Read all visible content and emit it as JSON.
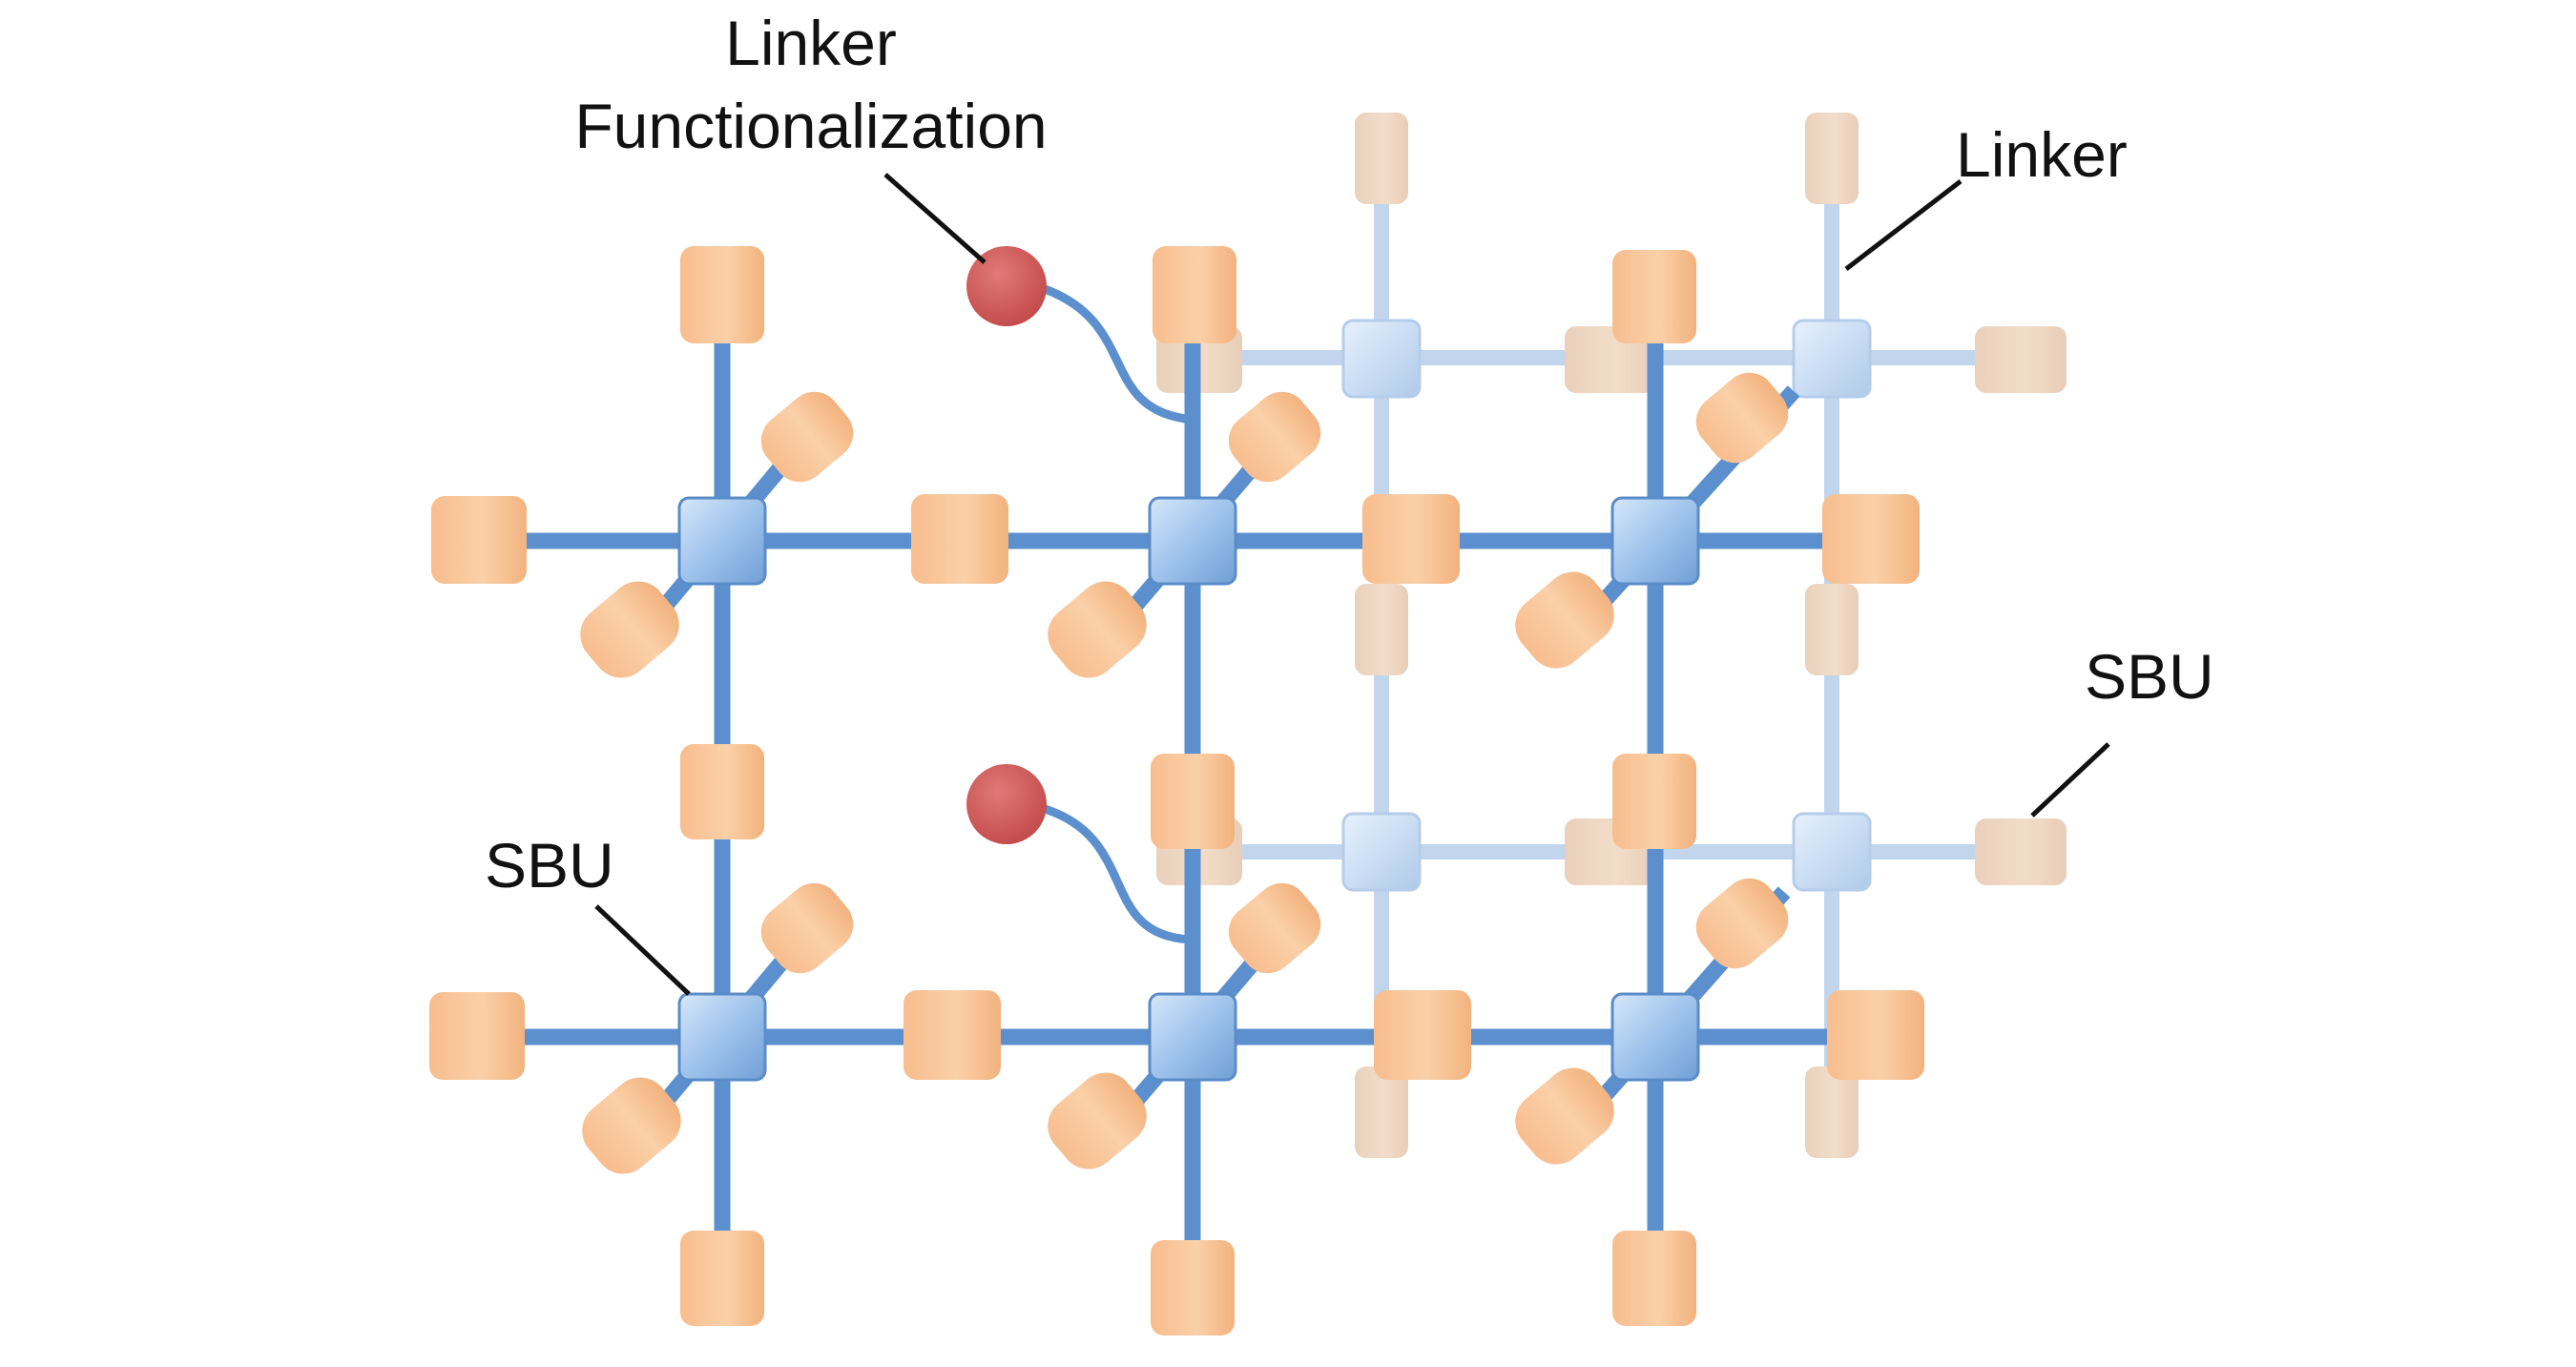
{
  "labels": {
    "linker_functionalization_line1": "Linker",
    "linker_functionalization_line2": "Functionalization",
    "linker": "Linker",
    "sbu_right": "SBU",
    "sbu_left": "SBU"
  },
  "colors": {
    "linker_rod": "#5b8fcd",
    "linker_rod_back": "#a9c5e6",
    "sbu_node": "#a8c9ef",
    "end_cap": "#f9c598",
    "end_cap_back": "#dfb48f",
    "functional_group": "#cf5656",
    "annotation_line": "#111111"
  }
}
